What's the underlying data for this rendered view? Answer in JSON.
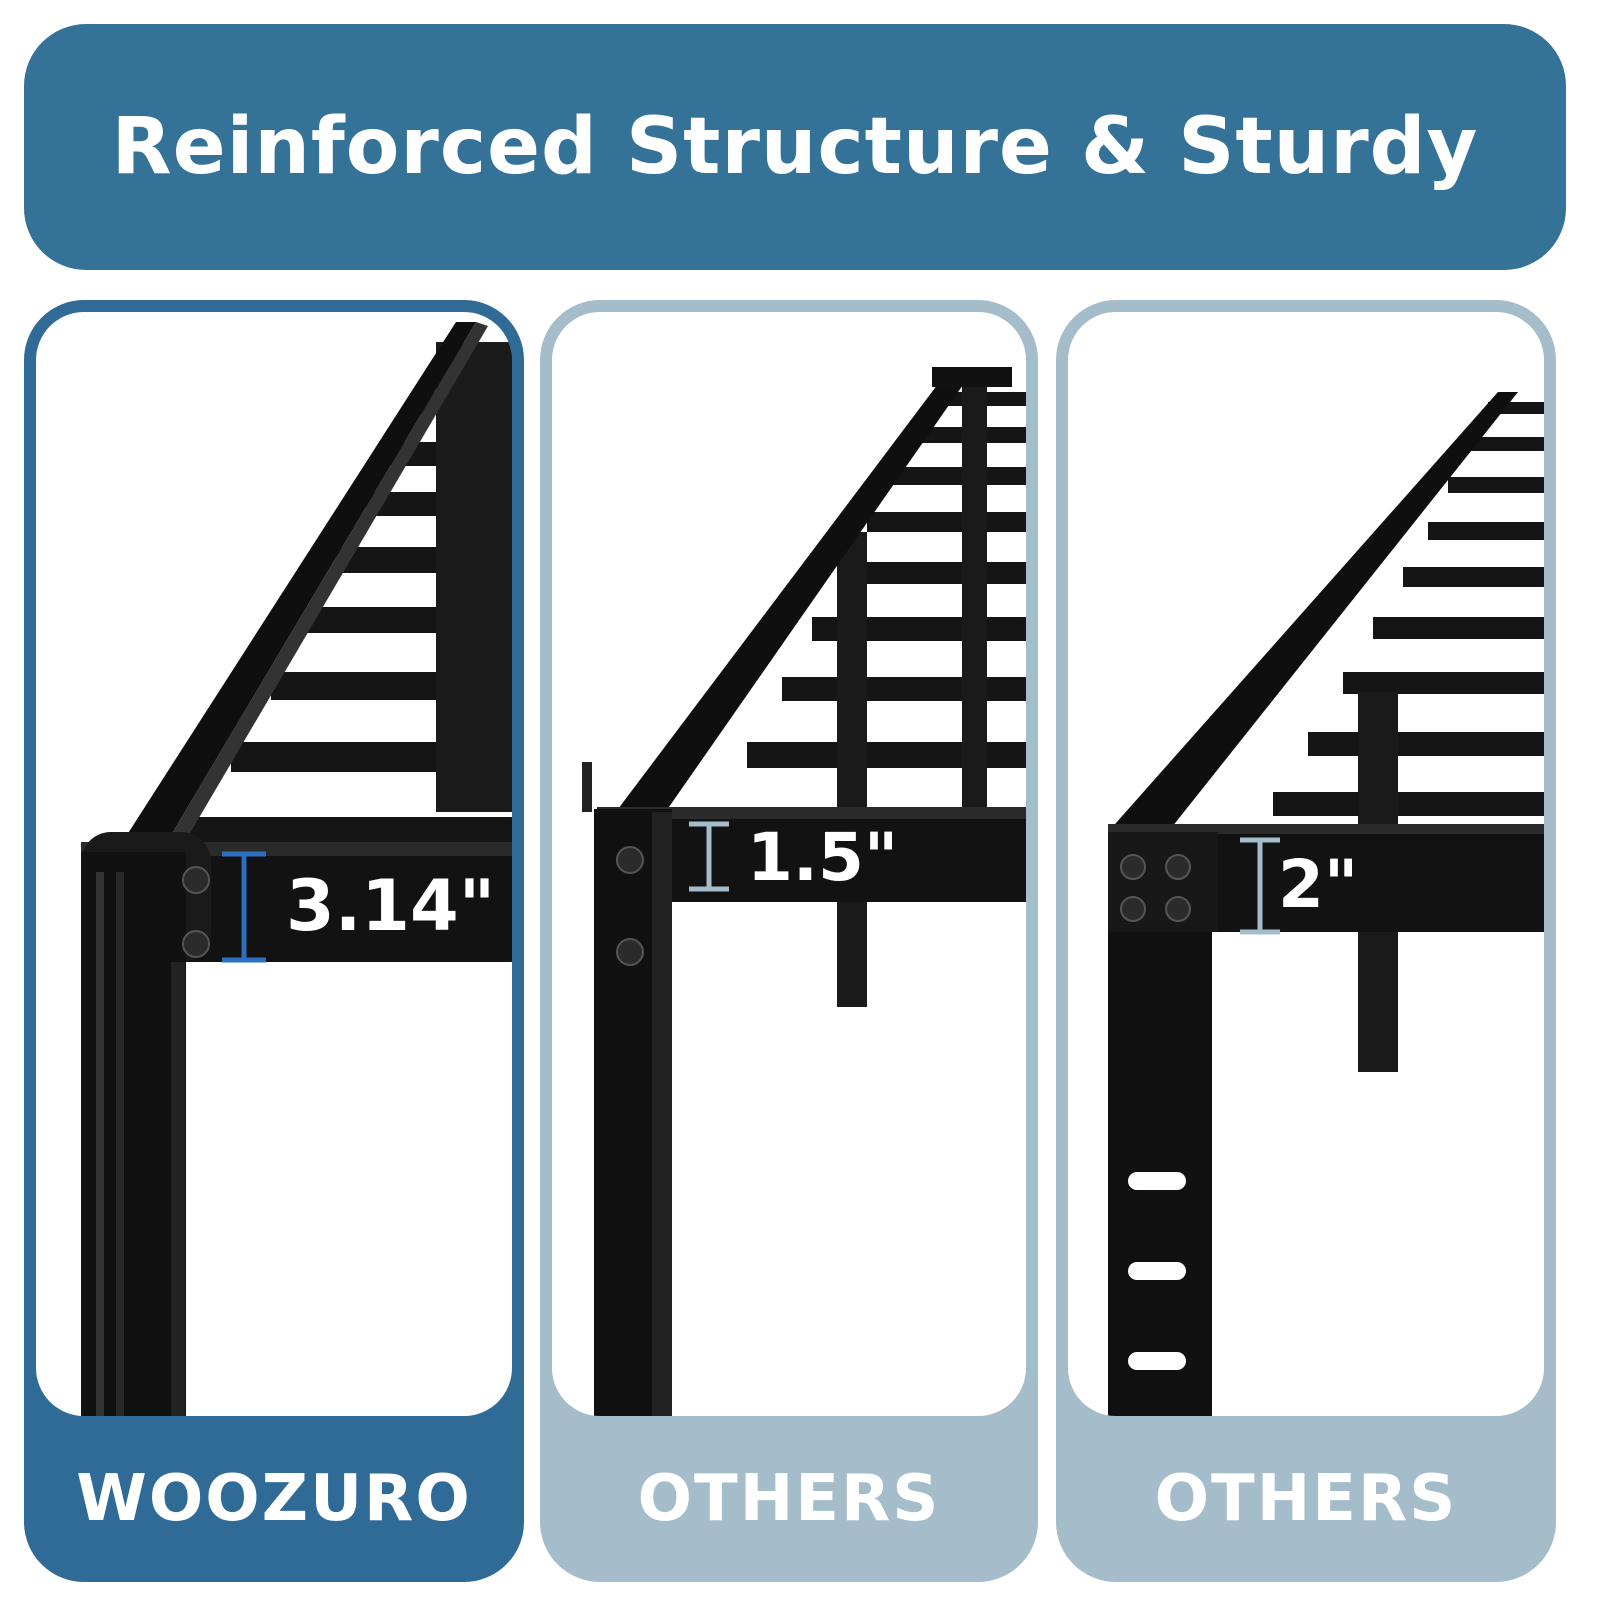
{
  "header": {
    "title": "Reinforced Structure & Sturdy"
  },
  "panels": [
    {
      "label": "WOOZURO",
      "measurement": "3.14\"",
      "accent": "#2f6b96"
    },
    {
      "label": "OTHERS",
      "measurement": "1.5\"",
      "accent": "#a5bccb"
    },
    {
      "label": "OTHERS",
      "measurement": "2\"",
      "accent": "#a5bccb"
    }
  ],
  "colors": {
    "banner": "#357298",
    "frame": "#111111",
    "dimension_marker_woozuro": "#2a6fc0",
    "dimension_marker_others": "#a5bccb"
  }
}
